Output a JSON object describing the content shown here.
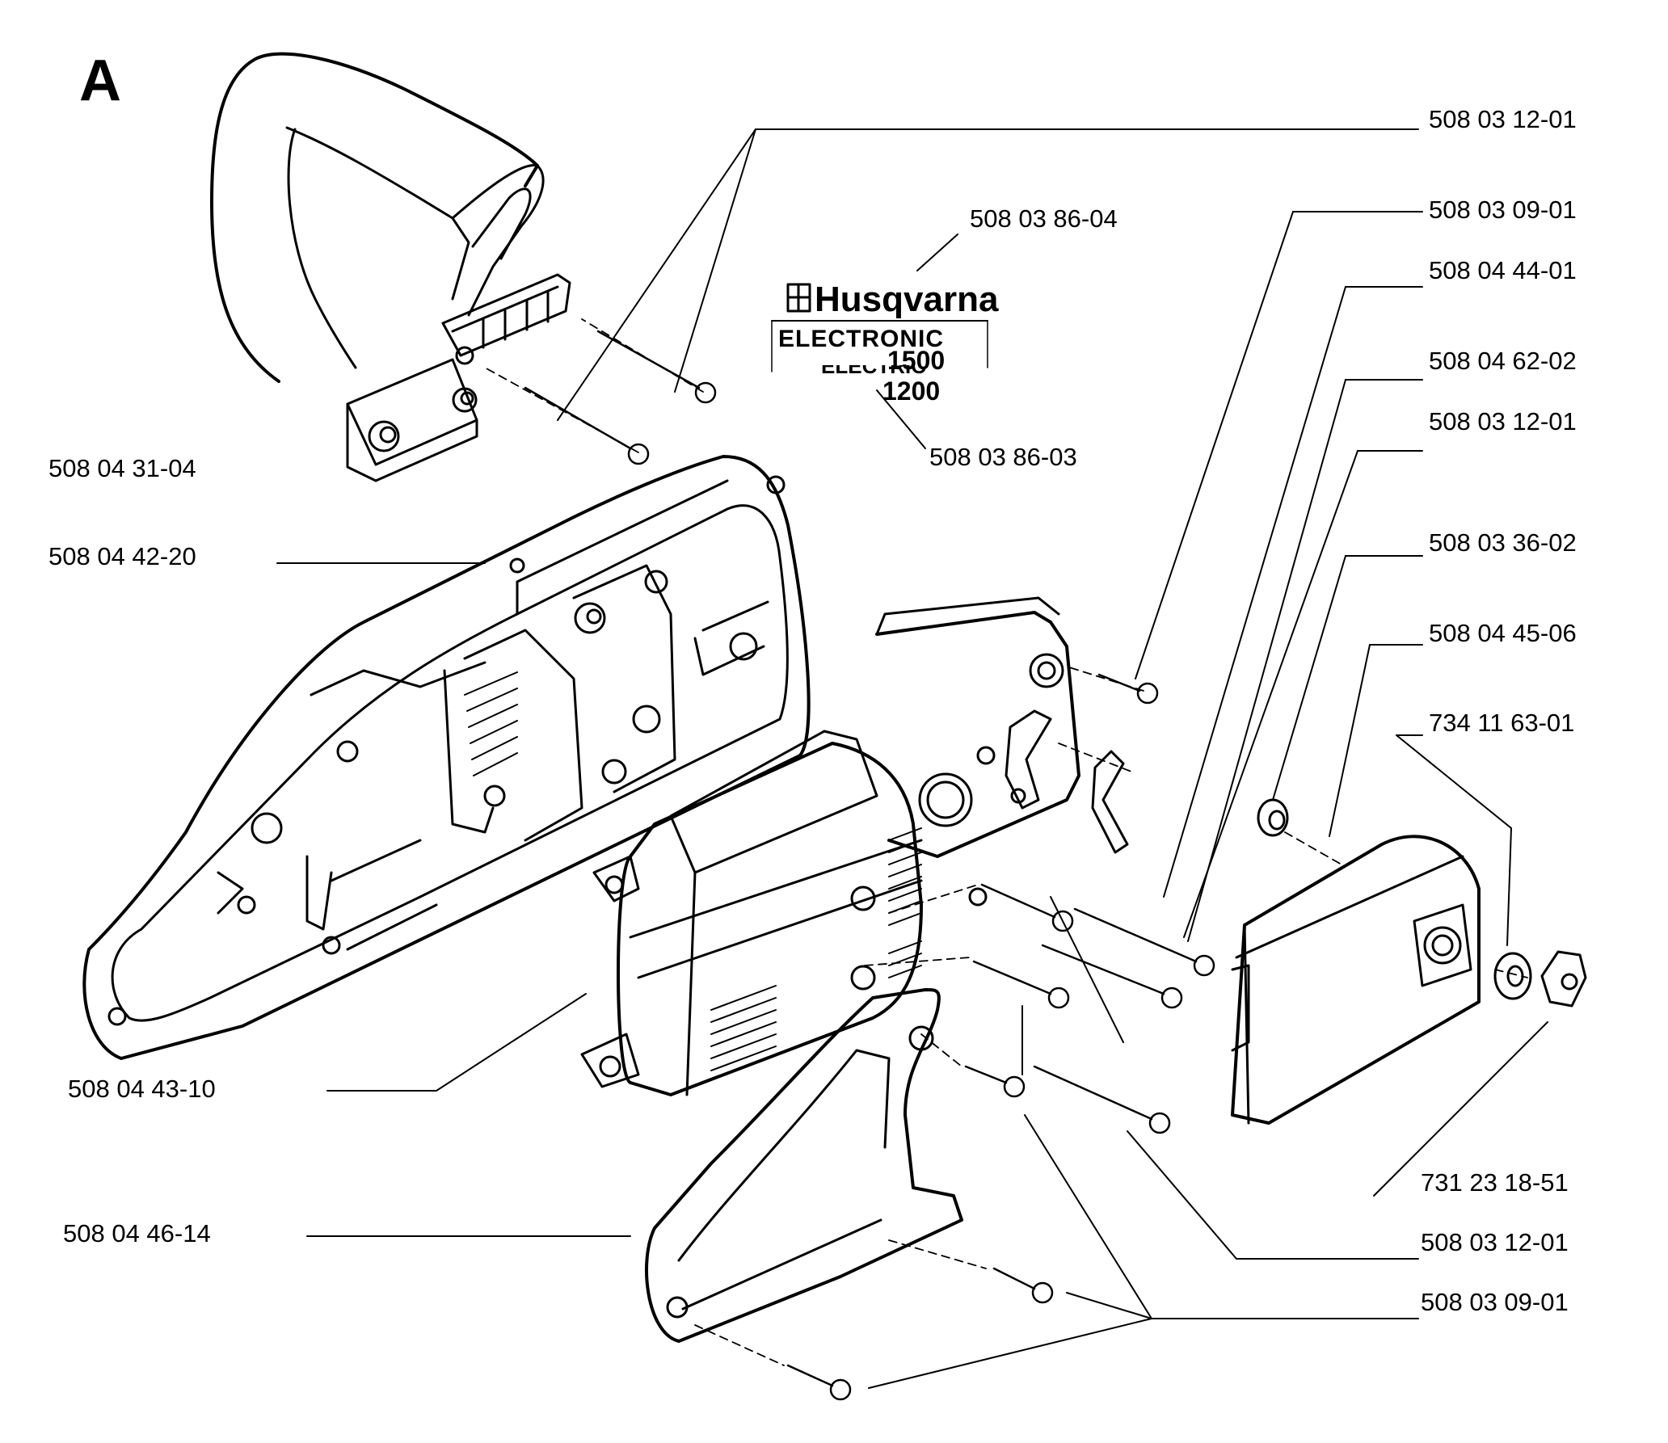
{
  "diagram": {
    "section_letter": "A",
    "decal": {
      "brand": "Husqvarna",
      "model_line_1": "ELECTRONIC",
      "model_number_1": "1500",
      "model_line_2": "ELECTRIC",
      "model_number_2": "1200"
    },
    "part_labels": [
      "508 03 12-01",
      "508 03 86-04",
      "508 03 09-01",
      "508 04 44-01",
      "508 04 62-02",
      "508 03 12-01",
      "508 04 31-04",
      "508 03 86-03",
      "508 04 42-20",
      "508 03 36-02",
      "508 04 45-06",
      "734 11 63-01",
      "508 04 43-10",
      "731 23 18-51",
      "508 04 46-14",
      "508 03 12-01",
      "508 03 09-01"
    ]
  }
}
